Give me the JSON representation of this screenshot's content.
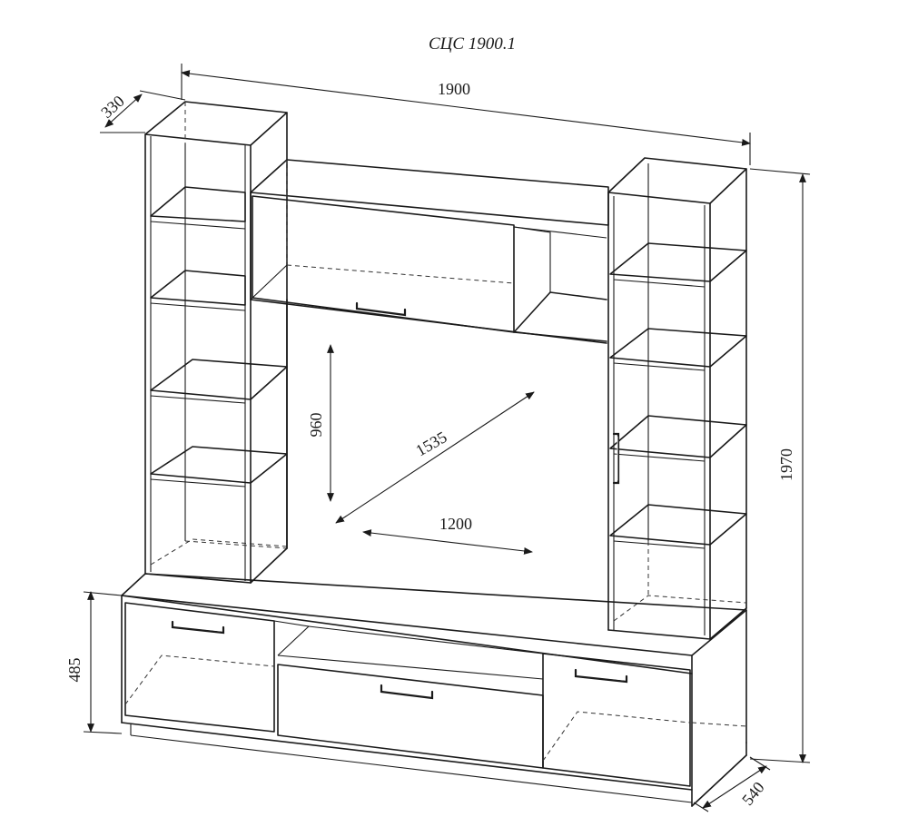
{
  "title": "СЦС 1900.1",
  "dimensions": {
    "overall_width": "1900",
    "side_depth": "330",
    "overall_height": "1970",
    "base_height": "485",
    "base_depth": "540",
    "tv_height": "960",
    "tv_diagonal": "1535",
    "tv_width": "1200"
  }
}
